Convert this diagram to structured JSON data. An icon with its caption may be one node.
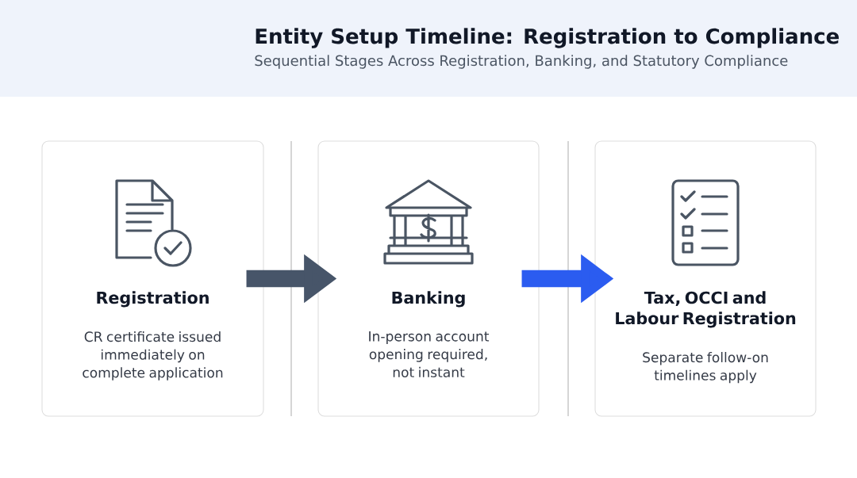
{
  "diagram": {
    "title": "Entity Setup Timeline: Registration to Compliance",
    "nodes": [
      {
        "text": [
          "Registration",
          "CR certificate issued immediately on complete application"
        ]
      },
      {
        "text": [
          "Banking",
          "In-person account opening required, not instant"
        ]
      },
      {
        "text": [
          "Tax, OCCI and Labour Registration",
          "Separate follow-on timelines apply"
        ]
      }
    ],
    "edges": [
      {
        "from": 0,
        "to": 1,
        "arrow": "to",
        "color": "#475569"
      },
      {
        "from": 1,
        "to": 2,
        "arrow": "to",
        "color": "#2b5cf0"
      }
    ],
    "labels": [
      "Sequential Stages Across Registration, Banking, and Statutory Compliance"
    ]
  }
}
